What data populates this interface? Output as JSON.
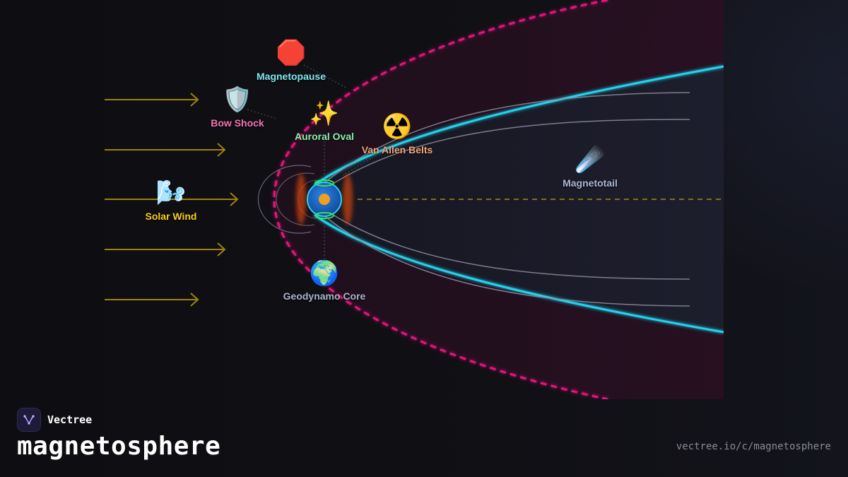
{
  "brand": {
    "name": "Vectree",
    "title": "magnetosphere",
    "url": "vectree.io/c/magnetosphere"
  },
  "colors": {
    "magnetopause": "#e0157a",
    "field_line": "#22d3ee",
    "solar_wind": "#b8960f",
    "earth": "#1f6fd1",
    "core": "#f0a020",
    "aurora": "#39e05a",
    "radiation": "#e04a10"
  },
  "labels": {
    "magnetopause": {
      "text": "Magnetopause",
      "icon": "🛑",
      "color": "#7fe6ee"
    },
    "bow_shock": {
      "text": "Bow Shock",
      "icon": "🛡️",
      "color": "#f472b6"
    },
    "auroral_oval": {
      "text": "Auroral Oval",
      "icon": "✨",
      "color": "#86efac"
    },
    "van_allen": {
      "text": "Van Allen Belts",
      "icon": "☢️",
      "color": "#f4a574"
    },
    "magnetotail": {
      "text": "Magnetotail",
      "icon": "☄️",
      "color": "#aab4cf"
    },
    "solar_wind": {
      "text": "Solar Wind",
      "icon": "🌬️",
      "color": "#facc15"
    },
    "geodynamo": {
      "text": "Geodynamo Core",
      "icon": "🌍",
      "color": "#aab4cf"
    }
  }
}
